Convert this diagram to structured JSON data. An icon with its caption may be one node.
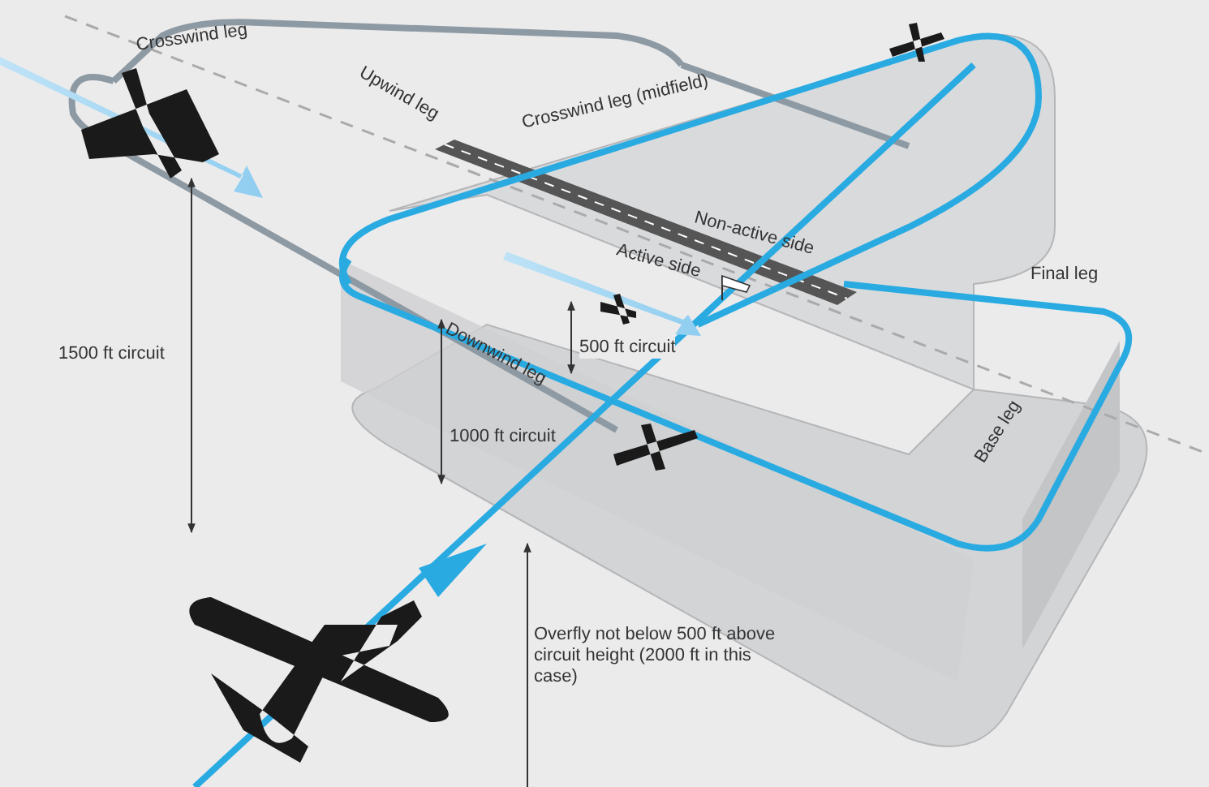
{
  "diagram": {
    "labels": [
      "Crosswind leg",
      "Upwind leg",
      "Crosswind leg (midfield)",
      "Non-active side",
      "Active side",
      "Final leg",
      "1500 ft circuit",
      "500 ft circuit",
      "Downwind leg",
      "1000 ft circuit",
      "Base leg",
      "Overfly not below 500 ft above circuit height (2000 ft in this case)"
    ]
  }
}
